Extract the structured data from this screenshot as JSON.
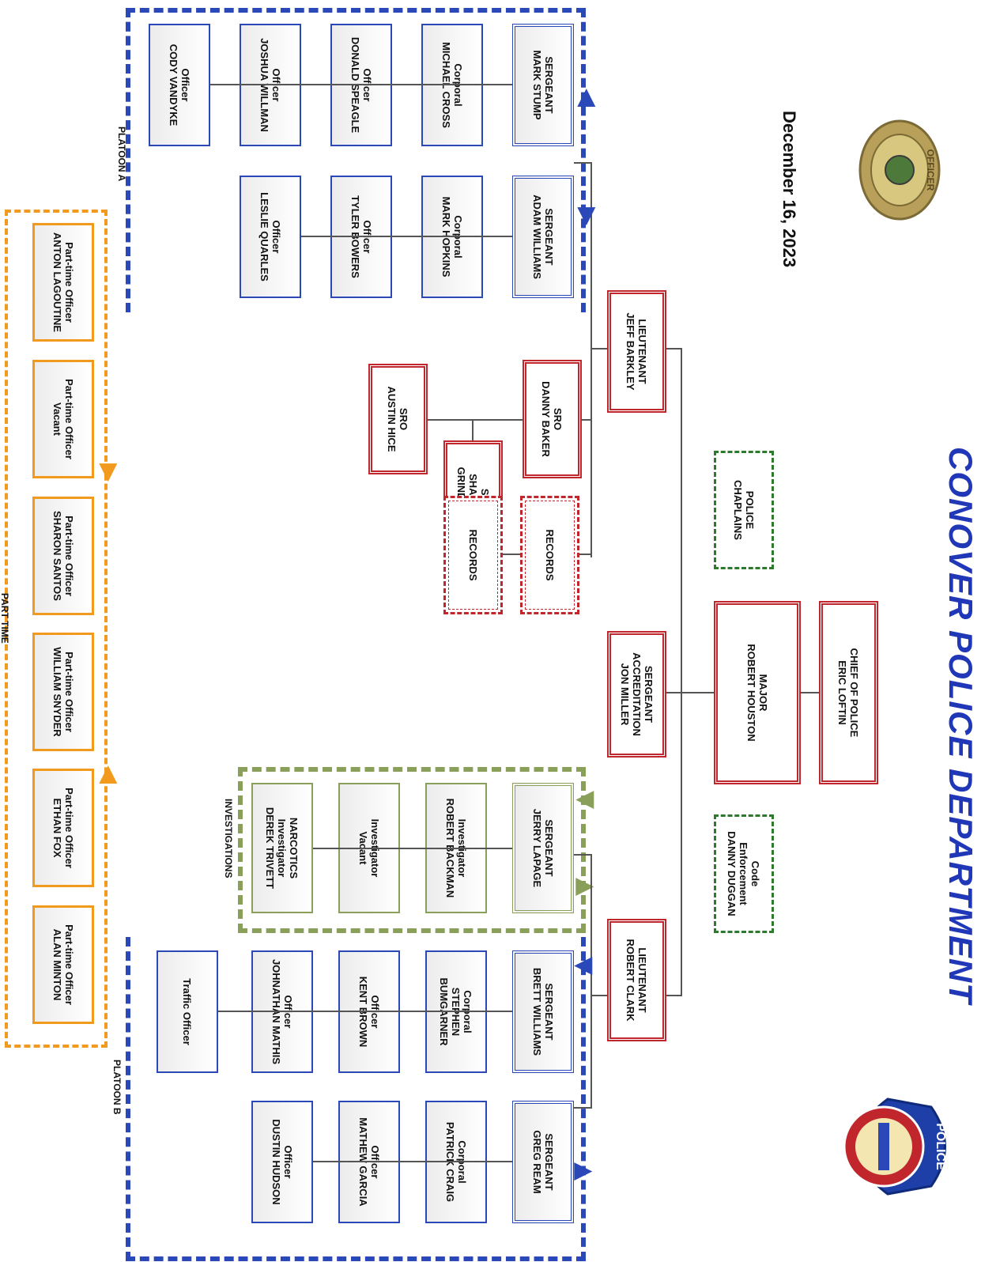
{
  "title": "CONOVER POLICE DEPARTMENT",
  "date": "December 16, 2023",
  "badge_logo_text": "OFFICER",
  "patch_logo_text": "POLICE",
  "colors": {
    "patrol_blue": "#2b48b8",
    "command_red": "#c0262c",
    "investigations_green": "#8aa05a",
    "part_time_orange": "#f29a1d",
    "support_dashed_green": "#2d7a2d",
    "title_blue": "#2038b8"
  },
  "command": {
    "chief": {
      "rank": "CHIEF OF POLICE",
      "name": "ERIC LOFTIN"
    },
    "major": {
      "rank": "MAJOR",
      "name": "ROBERT HOUSTON"
    },
    "chaplains": {
      "l1": "POLICE",
      "l2": "CHAPLAINS"
    },
    "code_enforcement": {
      "l1": "Code",
      "l2": "Enforcement",
      "name": "DANNY DUGGAN"
    },
    "accreditation": {
      "rank": "SERGEANT",
      "unit": "ACCREDITATION",
      "name": "JON MILLER"
    },
    "lt_a": {
      "rank": "LIEUTENANT",
      "name": "JEFF BARKLEY"
    },
    "lt_b": {
      "rank": "LIEUTENANT",
      "name": "ROBERT CLARK"
    }
  },
  "sro": [
    {
      "rank": "SRO",
      "name": "DANNY BAKER"
    },
    {
      "rank": "SRO",
      "name": "SHANNON",
      "name2": "GRINDSTAFF"
    },
    {
      "rank": "SRO",
      "name": "AUSTIN HICE"
    }
  ],
  "records": [
    "RECORDS",
    "RECORDS"
  ],
  "platoon_a": {
    "label": "PLATOON A",
    "squad1": [
      {
        "rank": "SERGEANT",
        "name": "MARK STUMP"
      },
      {
        "rank": "Corporal",
        "name": "MICHAEL CROSS"
      },
      {
        "rank": "Officer",
        "name": "DONALD SPEAGLE"
      },
      {
        "rank": "Officer",
        "name": "JOSHUA WILLMAN"
      },
      {
        "rank": "Officer",
        "name": "CODY VANDYKE"
      }
    ],
    "squad2": [
      {
        "rank": "SERGEANT",
        "name": "ADAM WILLIAMS"
      },
      {
        "rank": "Corporal",
        "name": "MARK HOPKINS"
      },
      {
        "rank": "Officer",
        "name": "TYLER BOWERS"
      },
      {
        "rank": "Officer",
        "name": "LESLIE QUARLES"
      }
    ]
  },
  "investigations": {
    "label": "INVESTIGATIONS",
    "members": [
      {
        "rank": "SERGEANT",
        "name": "JERRY LAPAGE"
      },
      {
        "rank": "Investigator",
        "name": "ROBERT BACKMAN"
      },
      {
        "rank": "Investigator",
        "name": "Vacant"
      },
      {
        "rank": "NARCOTICS",
        "rank2": "Investigator",
        "name": "DEREK TRIVETT"
      }
    ]
  },
  "platoon_b": {
    "label": "PLATOON B",
    "squad1": [
      {
        "rank": "SERGEANT",
        "name": "BRETT WILLIAMS"
      },
      {
        "rank": "Corporal",
        "name": "STEPHEN",
        "name2": "BUMGARNER"
      },
      {
        "rank": "Officer",
        "name": "KENT BROWN"
      },
      {
        "rank": "Officer",
        "name": "JOHNATHAN MATHIS"
      },
      {
        "rank": "Traffic Officer",
        "name": ""
      }
    ],
    "squad2": [
      {
        "rank": "SERGEANT",
        "name": "GREG REAM"
      },
      {
        "rank": "Corporal",
        "name": "PATRICK CRAIG"
      },
      {
        "rank": "Officer",
        "name": "MATHEW GARCIA"
      },
      {
        "rank": "Officer",
        "name": "DUSTIN HUDSON"
      }
    ]
  },
  "part_time": {
    "label": "PART TIME",
    "members": [
      {
        "rank": "Part-time Officer",
        "name": "ANTON LAGOUTINE"
      },
      {
        "rank": "Part-time Officer",
        "name": "Vacant"
      },
      {
        "rank": "Part-time Officer",
        "name": "SHARON SANTOS"
      },
      {
        "rank": "Part-time Officer",
        "name": "WILLIAM SNYDER"
      },
      {
        "rank": "Part-time Officer",
        "name": "ETHAN FOX"
      },
      {
        "rank": "Part-time Officer",
        "name": "ALAN MINTON"
      }
    ]
  }
}
